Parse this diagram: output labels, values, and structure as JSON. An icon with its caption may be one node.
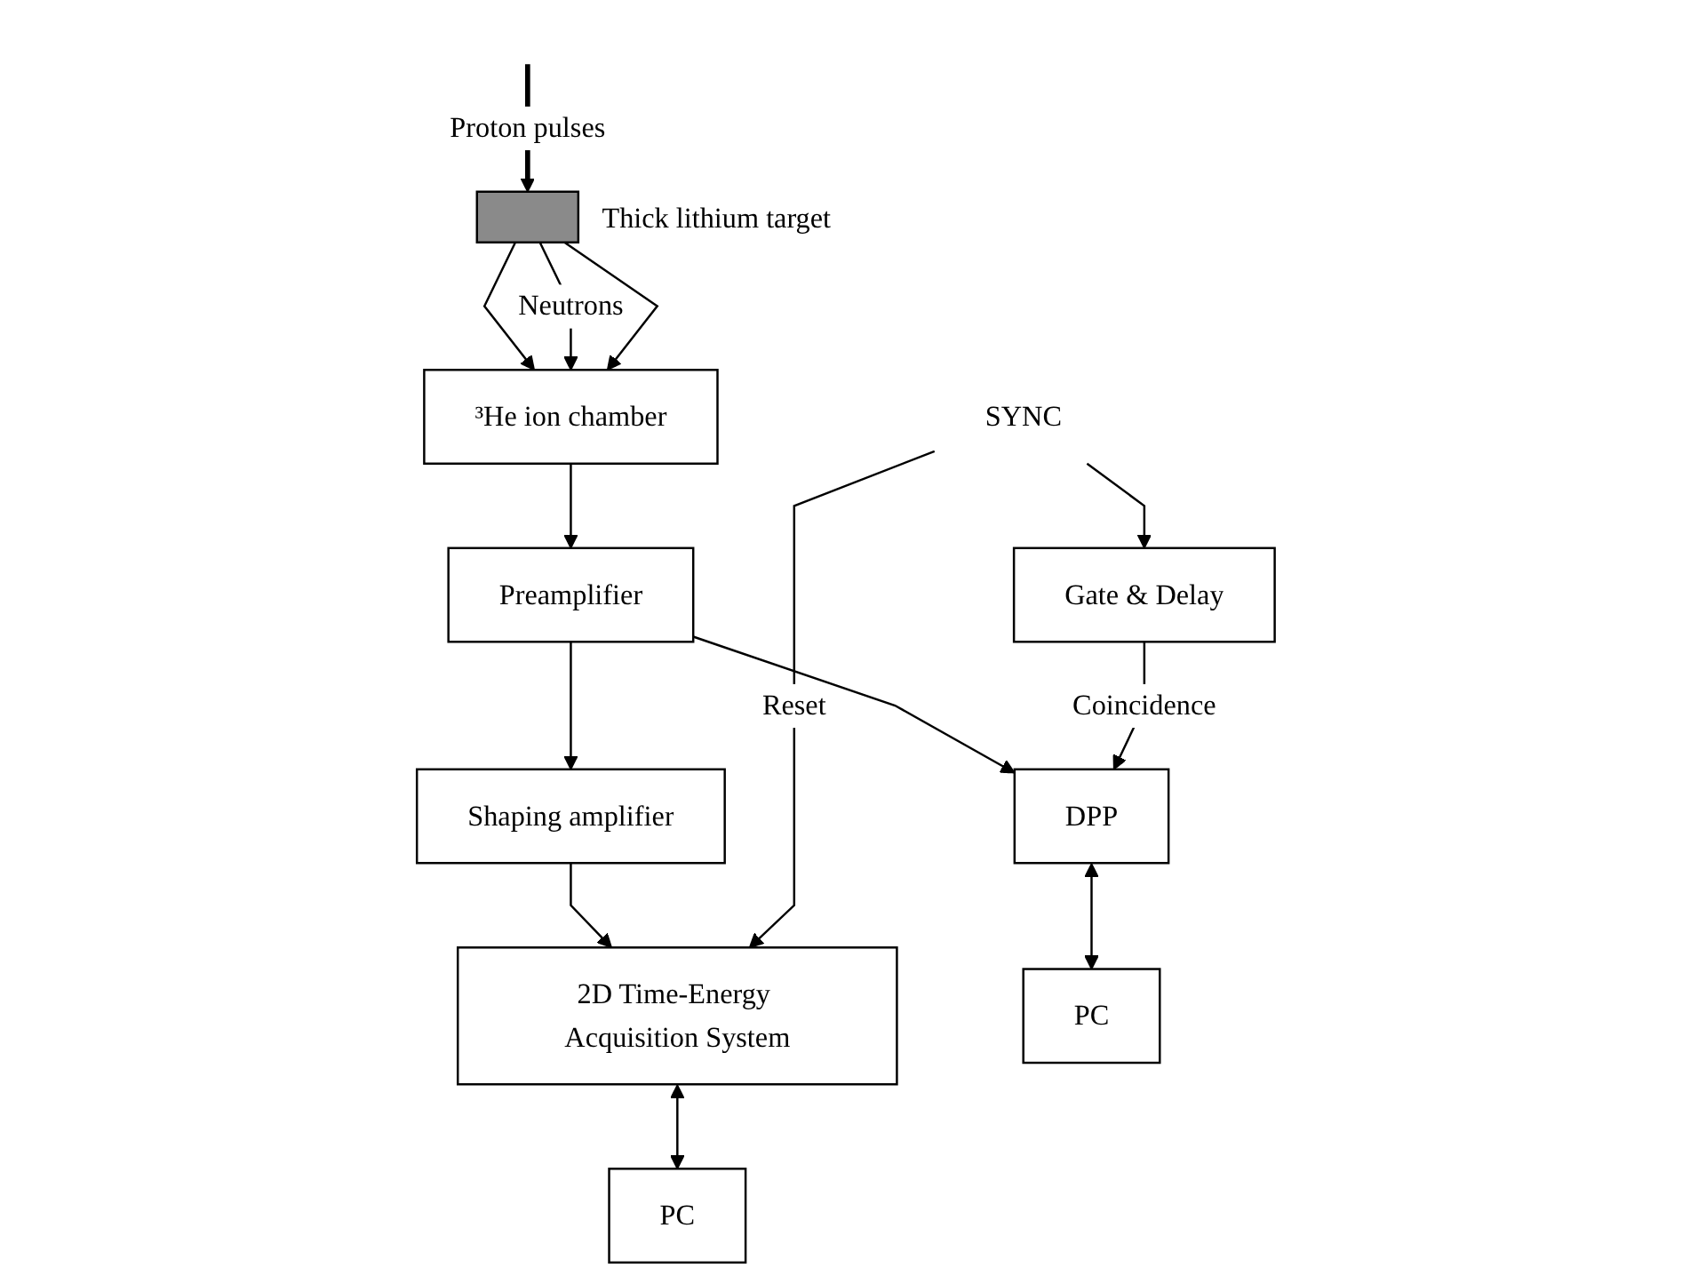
{
  "diagram": {
    "nodes": [
      {
        "text": [],
        "shape": "bar",
        "beside": [
          "Thick lithium target"
        ]
      },
      {
        "text": [
          "³He ion chamber"
        ]
      },
      {
        "text": [
          "Preamplifier"
        ]
      },
      {
        "text": [
          "Shaping amplifier"
        ]
      },
      {
        "text": [
          "DPP"
        ]
      },
      {
        "text": [
          "Gate & Delay"
        ]
      },
      {
        "text": [
          "2D Time-Energy Acquisition System"
        ]
      },
      {
        "text": [
          "PC"
        ]
      },
      {
        "text": [
          "PC"
        ]
      },
      {
        "text": [
          "SYNC"
        ]
      }
    ],
    "edges": [
      {
        "from": null,
        "to": 0,
        "arrow": "to",
        "label": "Proton pulses",
        "style": "thick"
      },
      {
        "from": 0,
        "to": 1,
        "arrow": "to"
      },
      {
        "from": 0,
        "to": 1,
        "arrow": "to",
        "label": "Neutrons"
      },
      {
        "from": 0,
        "to": 1,
        "arrow": "to"
      },
      {
        "from": 1,
        "to": 2,
        "arrow": "to"
      },
      {
        "from": 2,
        "to": 3,
        "arrow": "to"
      },
      {
        "from": 2,
        "to": 4,
        "arrow": "to"
      },
      {
        "from": 3,
        "to": 6,
        "arrow": "to"
      },
      {
        "from": 5,
        "to": 4,
        "arrow": "to",
        "label": "Coincidence"
      },
      {
        "from": 9,
        "to": 5,
        "arrow": "to"
      },
      {
        "from": 9,
        "to": 6,
        "arrow": "to",
        "label": "Reset"
      },
      {
        "from": 4,
        "to": 7,
        "arrow": "both"
      },
      {
        "from": 6,
        "to": 8,
        "arrow": "both"
      }
    ]
  }
}
